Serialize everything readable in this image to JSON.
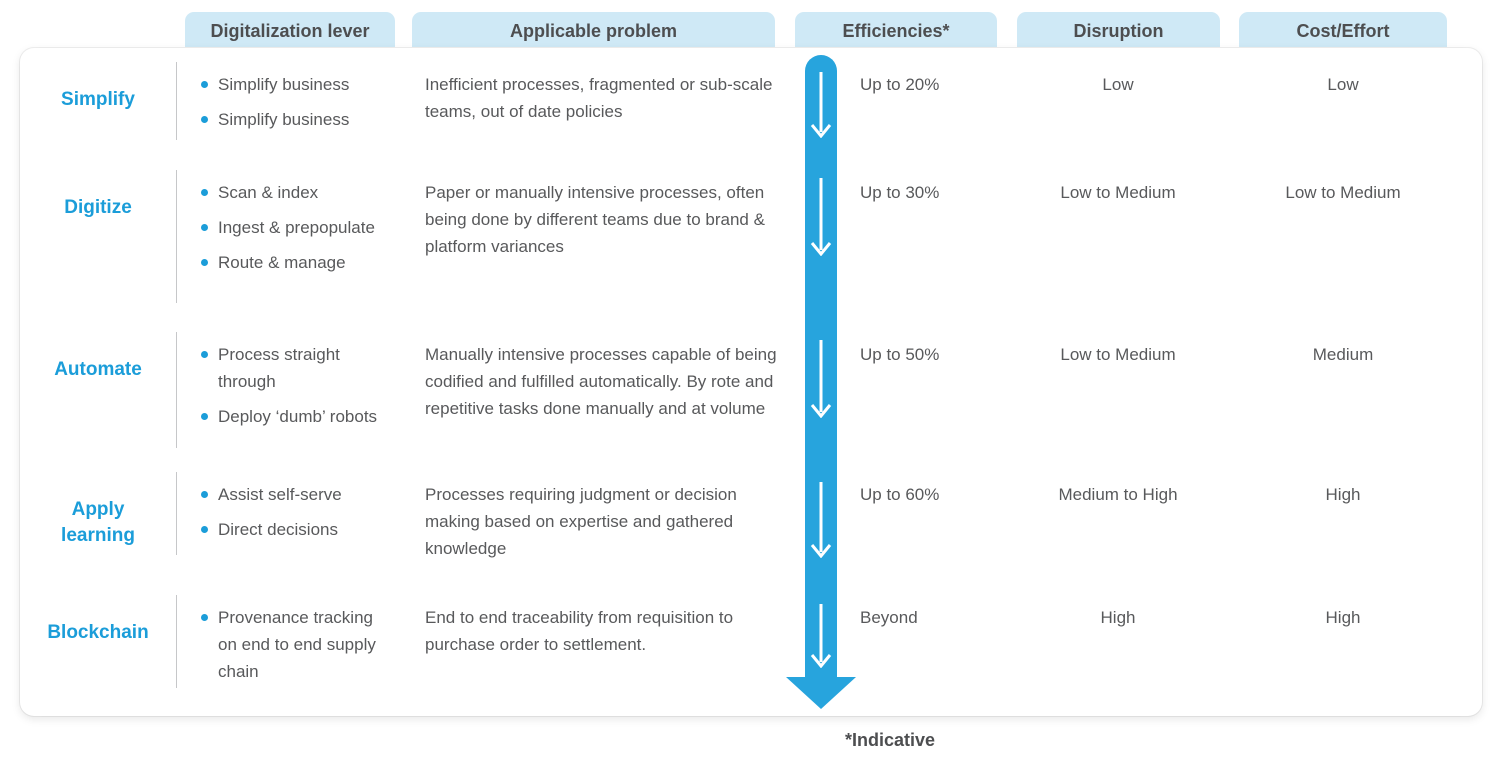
{
  "colors": {
    "accent_blue": "#1b9dd9",
    "band_blue": "#27a4dd",
    "pill_bg": "#cfe9f6",
    "header_text": "#4d4e50",
    "body_text": "#58595b"
  },
  "icons": {
    "flow_arrow": "down-arrow"
  },
  "columns": [
    "Digitalization lever",
    "Applicable problem",
    "Efficiencies*",
    "Disruption",
    "Cost/Effort"
  ],
  "rows": [
    {
      "label": "Simplify",
      "levers": [
        "Simplify business",
        "Simplify business"
      ],
      "problem": "Inefficient processes, fragmented or sub-scale teams, out of date policies",
      "efficiency": "Up to 20%",
      "disruption": "Low",
      "cost_effort": "Low"
    },
    {
      "label": "Digitize",
      "levers": [
        "Scan & index",
        "Ingest & prepopulate",
        "Route & manage"
      ],
      "problem": "Paper or manually intensive processes, often being done by different teams due to brand & platform variances",
      "efficiency": "Up to 30%",
      "disruption": "Low to Medium",
      "cost_effort": "Low to Medium"
    },
    {
      "label": "Automate",
      "levers": [
        "Process straight through",
        "Deploy ‘dumb’ robots"
      ],
      "problem": "Manually intensive processes capable of being codified and fulfilled automatically. By rote and repetitive tasks done manually and at volume",
      "efficiency": "Up to 50%",
      "disruption": "Low to Medium",
      "cost_effort": "Medium"
    },
    {
      "label": "Apply learning",
      "levers": [
        "Assist self-serve",
        "Direct decisions"
      ],
      "problem": "Processes requiring judgment or decision making based on expertise and gathered knowledge",
      "efficiency": "Up to 60%",
      "disruption": "Medium to High",
      "cost_effort": "High"
    },
    {
      "label": "Blockchain",
      "levers": [
        "Provenance tracking on end to end supply chain"
      ],
      "problem": "End to end traceability from requisition to purchase order to settlement.",
      "efficiency": "Beyond",
      "disruption": "High",
      "cost_effort": "High"
    }
  ],
  "footnote": "*Indicative"
}
